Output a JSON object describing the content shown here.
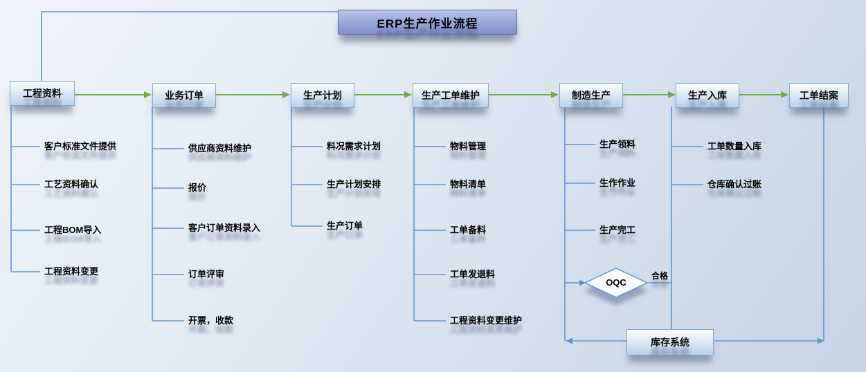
{
  "title": "ERP生产作业流程",
  "stages": [
    {
      "label": "工程资料",
      "items": [
        "客户标准文件提供",
        "工艺资料确认",
        "工程BOM导入",
        "工程资料变更"
      ]
    },
    {
      "label": "业务订单",
      "items": [
        "供应商资料维护",
        "报价",
        "客户订单资料录入",
        "订单评审",
        "开票，收款"
      ]
    },
    {
      "label": "生产计划",
      "items": [
        "料况需求计划",
        "生产计划安排",
        "生产订单"
      ]
    },
    {
      "label": "生产工单维护",
      "items": [
        "物料管理",
        "物料清单",
        "工单备料",
        "工单发退料",
        "工程资料变更维护"
      ]
    },
    {
      "label": "制造生产",
      "items": [
        "生产领料",
        "生作作业",
        "生产完工"
      ]
    },
    {
      "label": "生产入库",
      "items": [
        "工单数量入库",
        "仓库确认过账"
      ]
    },
    {
      "label": "工单结案",
      "items": []
    }
  ],
  "decision": {
    "label": "OQC",
    "pass_label": "合格"
  },
  "inventory": {
    "label": "库存系统"
  },
  "colors": {
    "connector_blue": "#5e97cf",
    "flow_green": "#6fae46",
    "node_fill_bottom": "#b9d1ea",
    "title_fill": "#8e9fd3",
    "background": "#d7e1ee"
  }
}
